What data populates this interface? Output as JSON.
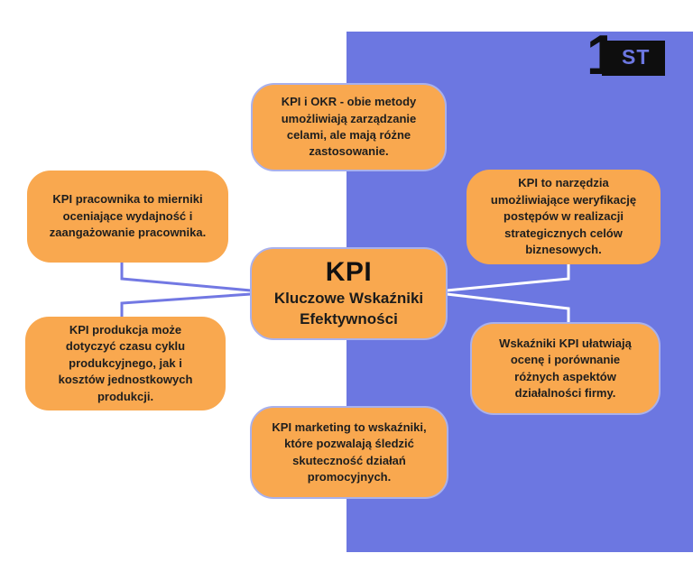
{
  "theme": {
    "panel": "#6C77E1",
    "orange": "#F9A84F",
    "border": "#A9B1EC",
    "line_left": "#7278E3",
    "line_right": "#FFFFFF",
    "text": "#1E1E1E",
    "logo_black": "#0E0E0E"
  },
  "logo": {
    "numeral": "1",
    "text": "ST"
  },
  "center": {
    "title": "KPI",
    "subtitle": "Kluczowe Wskaźniki\nEfektywności"
  },
  "nodes": [
    {
      "id": "kpi-okr",
      "text": "KPI i OKR - obie metody\numożliwiają zarządzanie\ncelami, ale mają różne\nzastosowanie."
    },
    {
      "id": "kpi-pracownika",
      "text": "KPI pracownika to mierniki\noceniające wydajność i\nzaangażowanie pracownika."
    },
    {
      "id": "kpi-produkcja",
      "text": "KPI produkcja może\ndotyczyć czasu cyklu\nprodukcyjnego, jak  i\nkosztów jednostkowych\nprodukcji."
    },
    {
      "id": "kpi-narzedzia",
      "text": "KPI to narzędzia\numożliwiające weryfikację\npostępów w realizacji\nstrategicznych celów\nbiznesowych."
    },
    {
      "id": "wskazniki-kpi",
      "text": "Wskaźniki KPI ułatwiają\nocenę i porównanie\nróżnych aspektów\ndziałalności firmy."
    },
    {
      "id": "kpi-marketing",
      "text": "KPI marketing to wskaźniki,\nktóre pozwalają śledzić\nskuteczność działań\npromocyjnych."
    }
  ]
}
